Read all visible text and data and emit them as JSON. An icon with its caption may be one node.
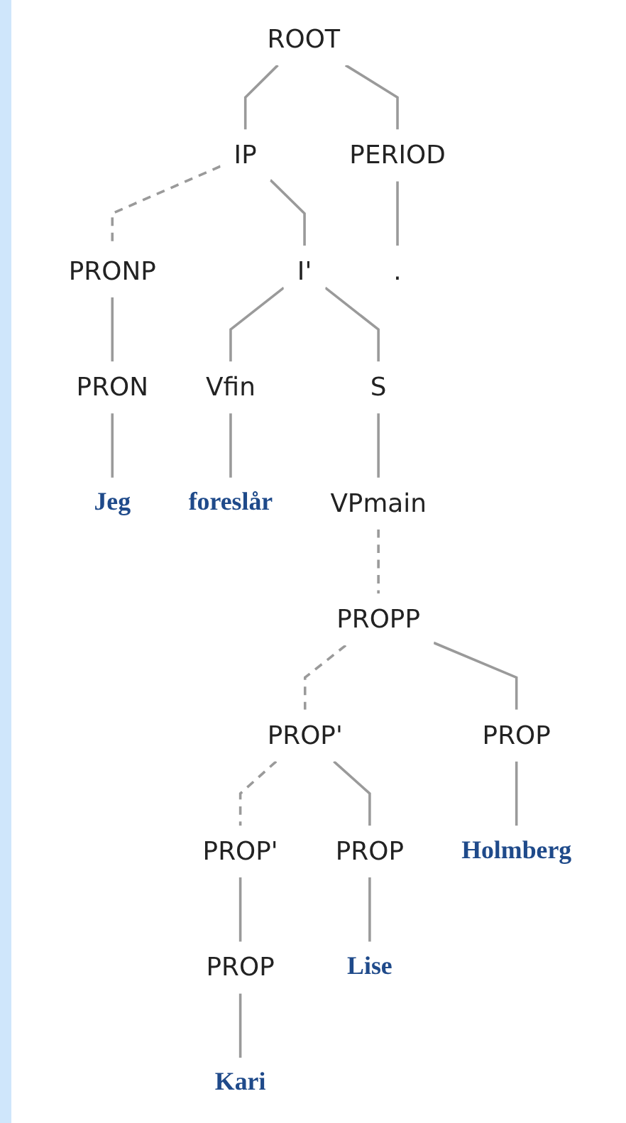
{
  "diagram": {
    "nodes": [
      {
        "text": [
          "ROOT"
        ]
      },
      {
        "text": [
          "IP"
        ]
      },
      {
        "text": [
          "PERIOD"
        ]
      },
      {
        "text": [
          "PRONP"
        ]
      },
      {
        "text": [
          "I'"
        ]
      },
      {
        "text": [
          "."
        ]
      },
      {
        "text": [
          "PRON"
        ]
      },
      {
        "text": [
          "Vfin"
        ]
      },
      {
        "text": [
          "S"
        ]
      },
      {
        "text": [
          "Jeg"
        ]
      },
      {
        "text": [
          "foreslår"
        ]
      },
      {
        "text": [
          "VPmain"
        ]
      },
      {
        "text": [
          "PROPP"
        ]
      },
      {
        "text": [
          "PROP'"
        ]
      },
      {
        "text": [
          "PROP"
        ]
      },
      {
        "text": [
          "PROP'"
        ]
      },
      {
        "text": [
          "PROP"
        ]
      },
      {
        "text": [
          "Holmberg"
        ]
      },
      {
        "text": [
          "PROP"
        ]
      },
      {
        "text": [
          "Lise"
        ]
      },
      {
        "text": [
          "Kari"
        ]
      }
    ],
    "edges": [
      {
        "from": 0,
        "to": 1,
        "arrow": "none"
      },
      {
        "from": 0,
        "to": 2,
        "arrow": "none"
      },
      {
        "from": 1,
        "to": 3,
        "arrow": "none",
        "style": "dashed"
      },
      {
        "from": 1,
        "to": 4,
        "arrow": "none"
      },
      {
        "from": 2,
        "to": 5,
        "arrow": "none"
      },
      {
        "from": 3,
        "to": 6,
        "arrow": "none"
      },
      {
        "from": 4,
        "to": 7,
        "arrow": "none"
      },
      {
        "from": 4,
        "to": 8,
        "arrow": "none"
      },
      {
        "from": 6,
        "to": 9,
        "arrow": "none"
      },
      {
        "from": 7,
        "to": 10,
        "arrow": "none"
      },
      {
        "from": 8,
        "to": 11,
        "arrow": "none"
      },
      {
        "from": 11,
        "to": 12,
        "arrow": "none",
        "style": "dashed"
      },
      {
        "from": 12,
        "to": 13,
        "arrow": "none",
        "style": "dashed"
      },
      {
        "from": 12,
        "to": 14,
        "arrow": "none"
      },
      {
        "from": 13,
        "to": 15,
        "arrow": "none",
        "style": "dashed"
      },
      {
        "from": 13,
        "to": 16,
        "arrow": "none"
      },
      {
        "from": 14,
        "to": 17,
        "arrow": "none"
      },
      {
        "from": 15,
        "to": 18,
        "arrow": "none"
      },
      {
        "from": 16,
        "to": 19,
        "arrow": "none"
      },
      {
        "from": 18,
        "to": 20,
        "arrow": "none"
      }
    ]
  }
}
